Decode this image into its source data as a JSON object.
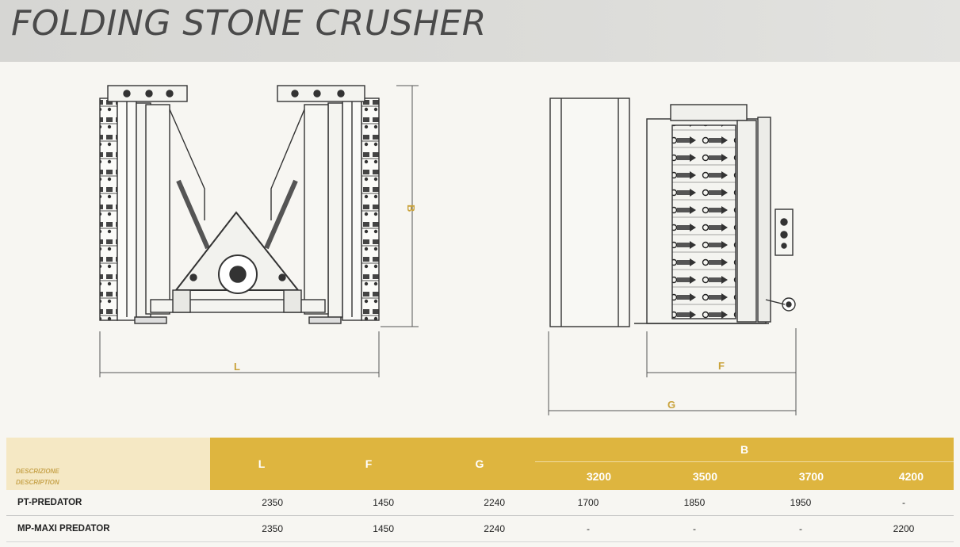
{
  "header": {
    "title": "FOLDING STONE CRUSHER"
  },
  "drawings": {
    "front_view": {
      "dim_height": "B",
      "dim_length": "L"
    },
    "side_view": {
      "dim_depth_short": "F",
      "dim_depth_total": "G"
    }
  },
  "spec_table": {
    "description_label_it": "DESCRIZIONE",
    "description_label_en": "DESCRIPTION",
    "col_L": "L",
    "col_F": "F",
    "col_G": "G",
    "col_B": "B",
    "b_widths": [
      "3200",
      "3500",
      "3700",
      "4200"
    ],
    "rows": [
      {
        "name": "PT-PREDATOR",
        "L": "2350",
        "F": "1450",
        "G": "2240",
        "B": [
          "1700",
          "1850",
          "1950",
          "-"
        ]
      },
      {
        "name": "MP-MAXI PREDATOR",
        "L": "2350",
        "F": "1450",
        "G": "2240",
        "B": [
          "-",
          "-",
          "-",
          "2200"
        ]
      }
    ]
  }
}
